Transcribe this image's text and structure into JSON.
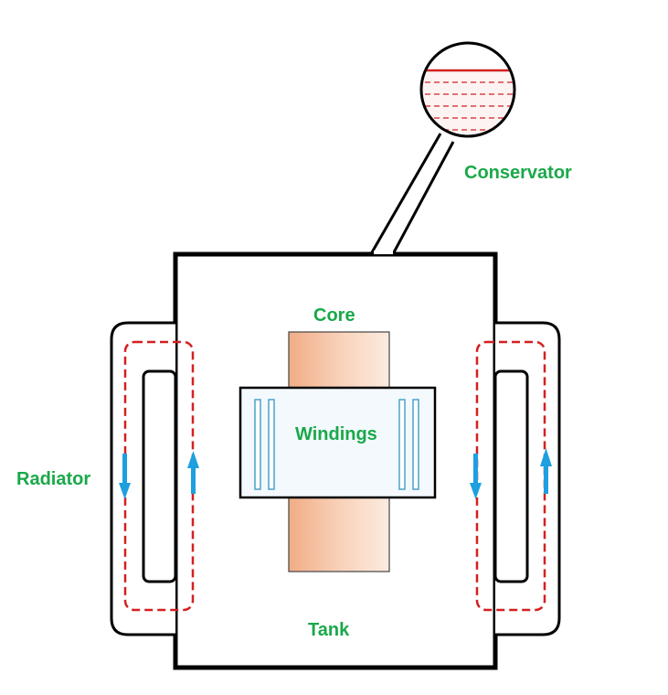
{
  "labels": {
    "conservator": "Conservator",
    "core": "Core",
    "windings": "Windings",
    "radiator": "Radiator",
    "tank": "Tank"
  },
  "colors": {
    "label": "#1aa84a",
    "outline": "#000000",
    "oil_path": "#d42020",
    "flow_arrow": "#1e9fe0",
    "core_fill": "#f4b896",
    "winding_stroke": "#4aa3c8",
    "conservator_line": "#d42020"
  },
  "icons": {
    "flow": "arrow-icon"
  }
}
